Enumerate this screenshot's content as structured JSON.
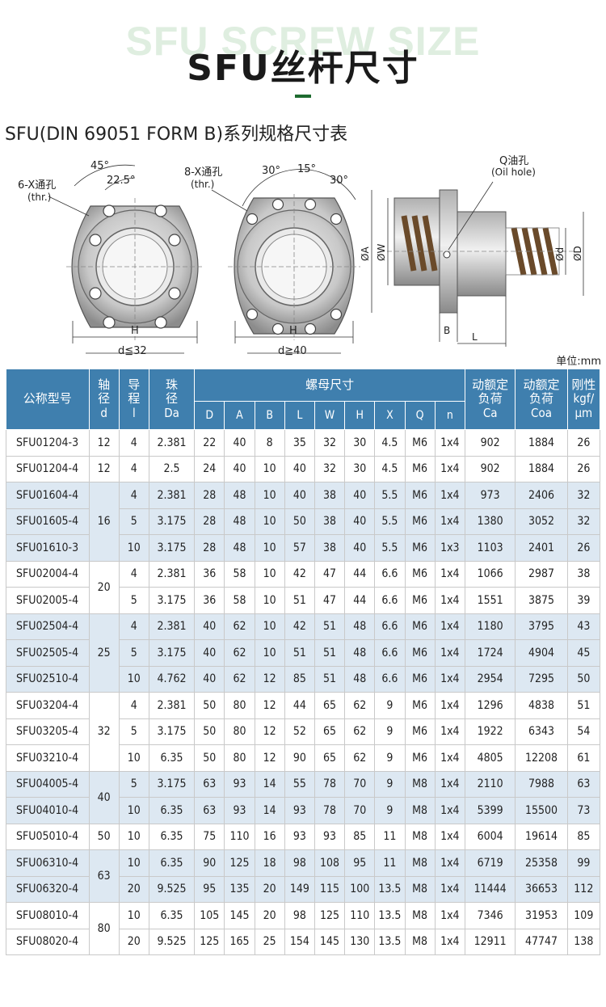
{
  "header": {
    "bg_title": "SFU SCREW SIZE",
    "title": "SFU丝杆尺寸",
    "subtitle": "SFU(DIN 69051 FORM B)系列规格尺寸表",
    "unit": "单位:mm"
  },
  "diagram": {
    "left_flange": {
      "hole_label": "6-X通孔",
      "hole_label_en": "(thr.)",
      "angle_1": "45°",
      "angle_2": "22.5°",
      "h_label": "H",
      "d_label": "d≦32"
    },
    "right_flange": {
      "hole_label": "8-X通孔",
      "hole_label_en": "(thr.)",
      "angle_1": "30°",
      "angle_2": "15°",
      "angle_3": "30°",
      "h_label": "H",
      "d_label": "d≧40"
    },
    "side_view": {
      "oil_label": "Q油孔",
      "oil_label_en": "(Oil hole)",
      "a_label": "ØA",
      "w_label": "ØW",
      "d_label": "Ød",
      "D_label": "ØD",
      "b_label": "B",
      "l_label": "L"
    }
  },
  "table": {
    "headers": {
      "model": "公称型号",
      "shaft": "轴\n径\nd",
      "lead": "导\n程\nl",
      "ball": "珠\n径\nDa",
      "nut": "螺母尺寸",
      "nut_cols": [
        "D",
        "A",
        "B",
        "L",
        "W",
        "H",
        "X",
        "Q",
        "n"
      ],
      "ca": "动额定\n负荷\nCa",
      "coa": "动额定\n负荷\nCoa",
      "rigid": "刚性\nkgf/\nμm"
    },
    "rows": [
      {
        "model": "SFU01204-3",
        "d": "12",
        "l": "4",
        "da": "2.381",
        "D": "22",
        "A": "40",
        "B": "8",
        "L": "35",
        "W": "32",
        "H": "30",
        "X": "4.5",
        "Q": "M6",
        "n": "1x4",
        "ca": "902",
        "coa": "1884",
        "k": "26"
      },
      {
        "model": "SFU01204-4",
        "d": "12",
        "l": "4",
        "da": "2.5",
        "D": "24",
        "A": "40",
        "B": "10",
        "L": "40",
        "W": "32",
        "H": "30",
        "X": "4.5",
        "Q": "M6",
        "n": "1x4",
        "ca": "902",
        "coa": "1884",
        "k": "26"
      },
      {
        "model": "SFU01604-4",
        "d": "16",
        "l": "4",
        "da": "2.381",
        "D": "28",
        "A": "48",
        "B": "10",
        "L": "40",
        "W": "38",
        "H": "40",
        "X": "5.5",
        "Q": "M6",
        "n": "1x4",
        "ca": "973",
        "coa": "2406",
        "k": "32"
      },
      {
        "model": "SFU01605-4",
        "d": "16",
        "l": "5",
        "da": "3.175",
        "D": "28",
        "A": "48",
        "B": "10",
        "L": "50",
        "W": "38",
        "H": "40",
        "X": "5.5",
        "Q": "M6",
        "n": "1x4",
        "ca": "1380",
        "coa": "3052",
        "k": "32"
      },
      {
        "model": "SFU01610-3",
        "d": "16",
        "l": "10",
        "da": "3.175",
        "D": "28",
        "A": "48",
        "B": "10",
        "L": "57",
        "W": "38",
        "H": "40",
        "X": "5.5",
        "Q": "M6",
        "n": "1x3",
        "ca": "1103",
        "coa": "2401",
        "k": "26"
      },
      {
        "model": "SFU02004-4",
        "d": "20",
        "l": "4",
        "da": "2.381",
        "D": "36",
        "A": "58",
        "B": "10",
        "L": "42",
        "W": "47",
        "H": "44",
        "X": "6.6",
        "Q": "M6",
        "n": "1x4",
        "ca": "1066",
        "coa": "2987",
        "k": "38"
      },
      {
        "model": "SFU02005-4",
        "d": "20",
        "l": "5",
        "da": "3.175",
        "D": "36",
        "A": "58",
        "B": "10",
        "L": "51",
        "W": "47",
        "H": "44",
        "X": "6.6",
        "Q": "M6",
        "n": "1x4",
        "ca": "1551",
        "coa": "3875",
        "k": "39"
      },
      {
        "model": "SFU02504-4",
        "d": "25",
        "l": "4",
        "da": "2.381",
        "D": "40",
        "A": "62",
        "B": "10",
        "L": "42",
        "W": "51",
        "H": "48",
        "X": "6.6",
        "Q": "M6",
        "n": "1x4",
        "ca": "1180",
        "coa": "3795",
        "k": "43"
      },
      {
        "model": "SFU02505-4",
        "d": "25",
        "l": "5",
        "da": "3.175",
        "D": "40",
        "A": "62",
        "B": "10",
        "L": "51",
        "W": "51",
        "H": "48",
        "X": "6.6",
        "Q": "M6",
        "n": "1x4",
        "ca": "1724",
        "coa": "4904",
        "k": "45"
      },
      {
        "model": "SFU02510-4",
        "d": "25",
        "l": "10",
        "da": "4.762",
        "D": "40",
        "A": "62",
        "B": "12",
        "L": "85",
        "W": "51",
        "H": "48",
        "X": "6.6",
        "Q": "M6",
        "n": "1x4",
        "ca": "2954",
        "coa": "7295",
        "k": "50"
      },
      {
        "model": "SFU03204-4",
        "d": "32",
        "l": "4",
        "da": "2.381",
        "D": "50",
        "A": "80",
        "B": "12",
        "L": "44",
        "W": "65",
        "H": "62",
        "X": "9",
        "Q": "M6",
        "n": "1x4",
        "ca": "1296",
        "coa": "4838",
        "k": "51"
      },
      {
        "model": "SFU03205-4",
        "d": "32",
        "l": "5",
        "da": "3.175",
        "D": "50",
        "A": "80",
        "B": "12",
        "L": "52",
        "W": "65",
        "H": "62",
        "X": "9",
        "Q": "M6",
        "n": "1x4",
        "ca": "1922",
        "coa": "6343",
        "k": "54"
      },
      {
        "model": "SFU03210-4",
        "d": "32",
        "l": "10",
        "da": "6.35",
        "D": "50",
        "A": "80",
        "B": "12",
        "L": "90",
        "W": "65",
        "H": "62",
        "X": "9",
        "Q": "M6",
        "n": "1x4",
        "ca": "4805",
        "coa": "12208",
        "k": "61"
      },
      {
        "model": "SFU04005-4",
        "d": "40",
        "l": "5",
        "da": "3.175",
        "D": "63",
        "A": "93",
        "B": "14",
        "L": "55",
        "W": "78",
        "H": "70",
        "X": "9",
        "Q": "M8",
        "n": "1x4",
        "ca": "2110",
        "coa": "7988",
        "k": "63"
      },
      {
        "model": "SFU04010-4",
        "d": "40",
        "l": "10",
        "da": "6.35",
        "D": "63",
        "A": "93",
        "B": "14",
        "L": "93",
        "W": "78",
        "H": "70",
        "X": "9",
        "Q": "M8",
        "n": "1x4",
        "ca": "5399",
        "coa": "15500",
        "k": "73"
      },
      {
        "model": "SFU05010-4",
        "d": "50",
        "l": "10",
        "da": "6.35",
        "D": "75",
        "A": "110",
        "B": "16",
        "L": "93",
        "W": "93",
        "H": "85",
        "X": "11",
        "Q": "M8",
        "n": "1x4",
        "ca": "6004",
        "coa": "19614",
        "k": "85"
      },
      {
        "model": "SFU06310-4",
        "d": "63",
        "l": "10",
        "da": "6.35",
        "D": "90",
        "A": "125",
        "B": "18",
        "L": "98",
        "W": "108",
        "H": "95",
        "X": "11",
        "Q": "M8",
        "n": "1x4",
        "ca": "6719",
        "coa": "25358",
        "k": "99"
      },
      {
        "model": "SFU06320-4",
        "d": "63",
        "l": "20",
        "da": "9.525",
        "D": "95",
        "A": "135",
        "B": "20",
        "L": "149",
        "W": "115",
        "H": "100",
        "X": "13.5",
        "Q": "M8",
        "n": "1x4",
        "ca": "11444",
        "coa": "36653",
        "k": "112"
      },
      {
        "model": "SFU08010-4",
        "d": "80",
        "l": "10",
        "da": "6.35",
        "D": "105",
        "A": "145",
        "B": "20",
        "L": "98",
        "W": "125",
        "H": "110",
        "X": "13.5",
        "Q": "M8",
        "n": "1x4",
        "ca": "7346",
        "coa": "31953",
        "k": "109"
      },
      {
        "model": "SFU08020-4",
        "d": "80",
        "l": "20",
        "da": "9.525",
        "D": "125",
        "A": "165",
        "B": "25",
        "L": "154",
        "W": "145",
        "H": "130",
        "X": "13.5",
        "Q": "M8",
        "n": "1x4",
        "ca": "12911",
        "coa": "47747",
        "k": "138"
      }
    ]
  },
  "colors": {
    "header_bg": "#3f7fae",
    "row_shade": "#dde8f2",
    "accent_green": "#1e6b2f",
    "bg_title": "#dfeee0"
  }
}
